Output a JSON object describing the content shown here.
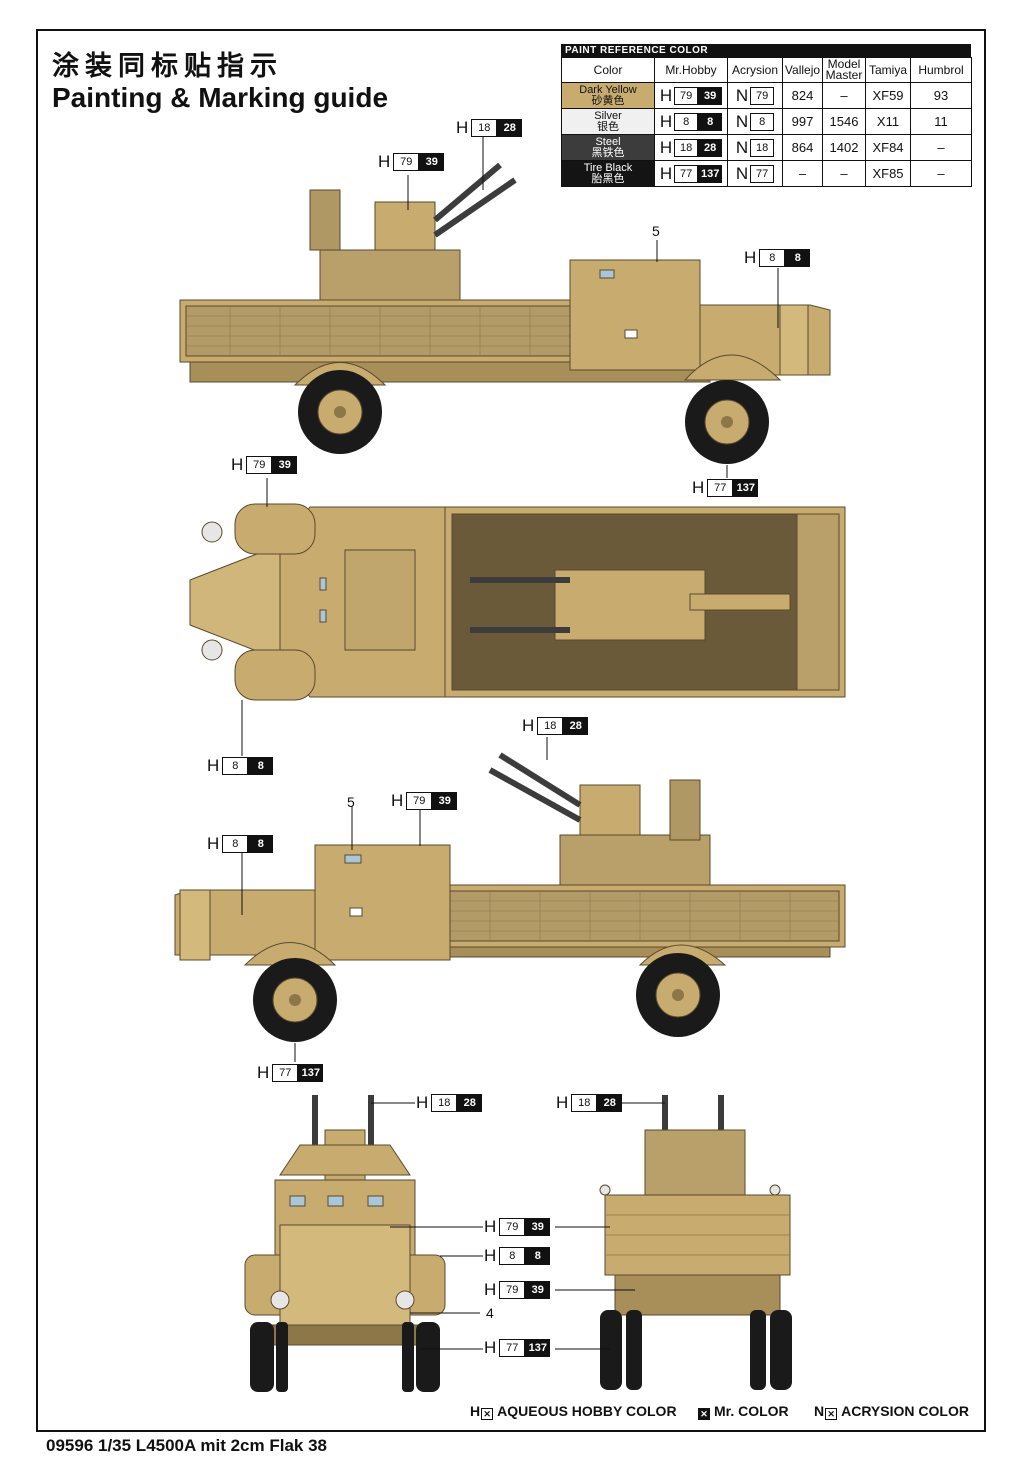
{
  "header": {
    "title_cn": "涂装同标贴指示",
    "title_en": "Painting & Marking guide"
  },
  "paint_reference": {
    "caption": "PAINT  REFERENCE COLOR",
    "columns": [
      "Color",
      "Mr.Hobby",
      "Acrysion",
      "Vallejo",
      "Model Master",
      "Tamiya",
      "Humbrol"
    ],
    "rows": [
      {
        "name": "Dark Yellow",
        "name_cn": "砂黄色",
        "h": "79",
        "m": "39",
        "n": "79",
        "vallejo": "824",
        "model_master": "–",
        "tamiya": "XF59",
        "humbrol": "93",
        "swatch": "#c8ab6e"
      },
      {
        "name": "Silver",
        "name_cn": "银色",
        "h": "8",
        "m": "8",
        "n": "8",
        "vallejo": "997",
        "model_master": "1546",
        "tamiya": "X11",
        "humbrol": "11",
        "swatch": "#f0f0f0"
      },
      {
        "name": "Steel",
        "name_cn": "黑铁色",
        "h": "18",
        "m": "28",
        "n": "18",
        "vallejo": "864",
        "model_master": "1402",
        "tamiya": "XF84",
        "humbrol": "–",
        "swatch": "#3c3c3c"
      },
      {
        "name": "Tire Black",
        "name_cn": "胎黑色",
        "h": "77",
        "m": "137",
        "n": "77",
        "vallejo": "–",
        "model_master": "–",
        "tamiya": "XF85",
        "humbrol": "–",
        "swatch": "#141414"
      }
    ]
  },
  "code_prefix": {
    "hobby": "H",
    "acrysion": "N"
  },
  "callouts": {
    "side1_gun": {
      "h": "18",
      "m": "28"
    },
    "side1_body": {
      "h": "79",
      "m": "39"
    },
    "side1_grille": {
      "h": "8",
      "m": "8"
    },
    "side1_tire": {
      "h": "77",
      "m": "137"
    },
    "side1_marking": "5",
    "top_body": {
      "h": "79",
      "m": "39"
    },
    "top_light": {
      "h": "8",
      "m": "8"
    },
    "side2_gun": {
      "h": "18",
      "m": "28"
    },
    "side2_body": {
      "h": "79",
      "m": "39"
    },
    "side2_grille": {
      "h": "8",
      "m": "8"
    },
    "side2_tire": {
      "h": "77",
      "m": "137"
    },
    "side2_marking": "5",
    "front_gun": {
      "h": "18",
      "m": "28"
    },
    "rear_gun": {
      "h": "18",
      "m": "28"
    },
    "front_body": {
      "h": "79",
      "m": "39"
    },
    "front_light": {
      "h": "8",
      "m": "8"
    },
    "rear_body": {
      "h": "79",
      "m": "39"
    },
    "front_marking": "4",
    "rear_tire": {
      "h": "77",
      "m": "137"
    }
  },
  "legend": {
    "hobby_prefix": "H",
    "hobby_label": "AQUEOUS HOBBY COLOR",
    "mr_label": "Mr. COLOR",
    "acrysion_prefix": "N",
    "acrysion_label": "ACRYSION COLOR"
  },
  "footer": "09596 1/35 L4500A mit 2cm Flak 38"
}
